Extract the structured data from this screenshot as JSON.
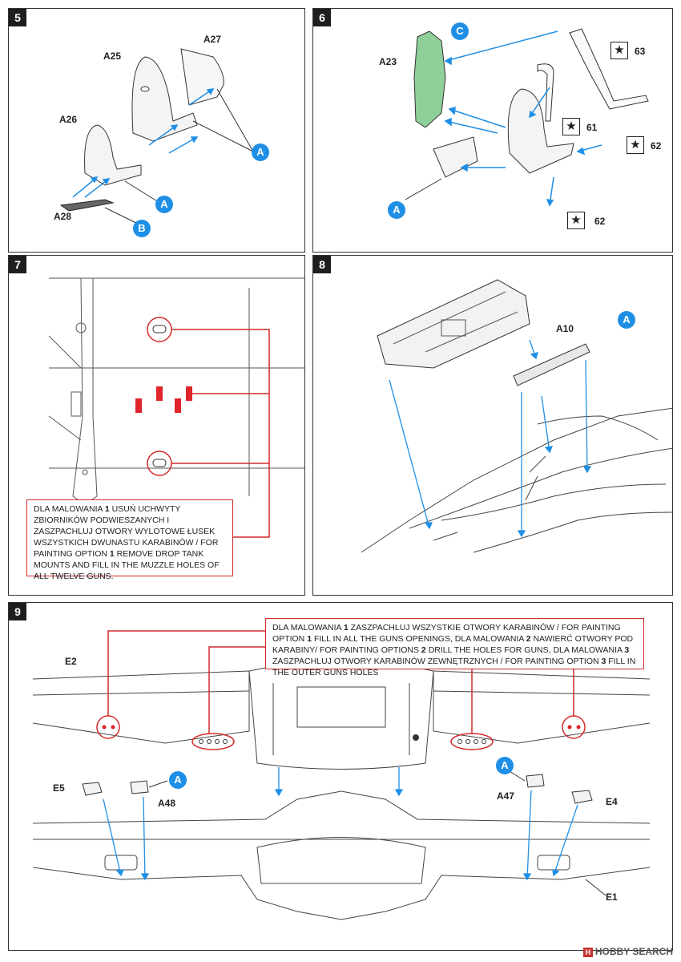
{
  "step5": {
    "number": "5",
    "labels": {
      "a25": "A25",
      "a27": "A27",
      "a26": "A26",
      "a28": "A28"
    },
    "bubbles": {
      "a1": "A",
      "a2": "A",
      "b": "B"
    }
  },
  "step6": {
    "number": "6",
    "labels": {
      "a23": "A23",
      "p63": "63",
      "p61": "61",
      "p62a": "62",
      "p62b": "62"
    },
    "bubbles": {
      "c": "C",
      "a": "A"
    },
    "star": "★"
  },
  "step7": {
    "number": "7",
    "note": {
      "pl": "DLA MALOWANIA",
      "pl_num": "1",
      "pl_text": "USUŃ UCHWYTY ZBIORNIKÓW PODWIESZANYCH I ZASZPACHLUJ OTWORY WYLOTOWE ŁUSEK WSZYSTKICH DWUNASTU KARABINÓW / FOR PAINTING OPTION",
      "en_num": "1",
      "en_text": "REMOVE DROP TANK MOUNTS AND FILL IN THE MUZZLE HOLES OF ALL TWELVE GUNS."
    }
  },
  "step8": {
    "number": "8",
    "labels": {
      "a10": "A10"
    },
    "bubbles": {
      "a": "A"
    }
  },
  "step9": {
    "number": "9",
    "labels": {
      "e2": "E2",
      "e5": "E5",
      "a48": "A48",
      "a47": "A47",
      "e4": "E4",
      "e1": "E1"
    },
    "bubbles": {
      "a1": "A",
      "a2": "A"
    },
    "note": {
      "t1": "DLA MALOWANIA",
      "n1": "1",
      "t2": "ZASZPACHLUJ WSZYSTKIE OTWORY KARABINÓW / FOR PAINTING OPTION",
      "n2": "1",
      "t3": "FILL IN ALL THE GUNS OPENINGS, DLA MALOWANIA",
      "n3": "2",
      "t4": "NAWIERĆ OTWORY POD KARABINY/ FOR PAINTING OPTIONS",
      "n4": "2",
      "t5": "DRILL THE HOLES FOR GUNS, DLA MALOWANIA",
      "n5": "3",
      "t6": "ZASZPACHLUJ OTWORY KARABINÓW ZEWNĘTRZNYCH / FOR PAINTING OPTION",
      "n6": "3",
      "t7": "FILL IN THE OUTER GUNS HOLES"
    }
  },
  "watermark": "HOBBY SEARCH",
  "colors": {
    "callout_blue": "#1f8fe6",
    "note_red": "#d42a2a",
    "seat_green": "#8fcf9a",
    "removal_red": "#e0242b"
  }
}
